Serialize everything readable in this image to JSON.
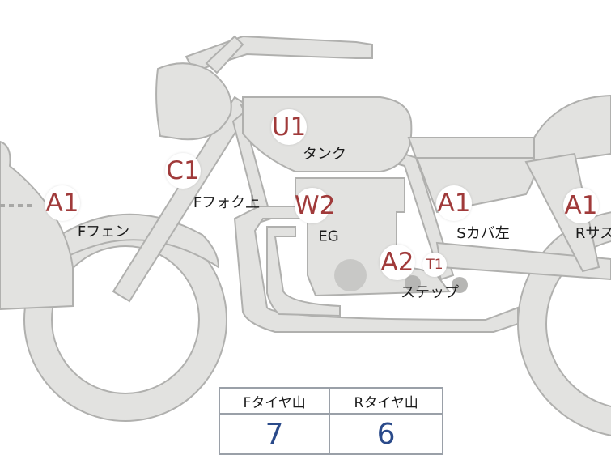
{
  "callouts": [
    {
      "id": "f-fender",
      "grade": "A1",
      "part": "Fフェン"
    },
    {
      "id": "f-fork",
      "grade": "C1",
      "part": "Fフォク上"
    },
    {
      "id": "tank",
      "grade": "U1",
      "part": "タンク"
    },
    {
      "id": "engine",
      "grade": "W2",
      "part": "EG"
    },
    {
      "id": "step",
      "grade": "A2",
      "part": "ステップ"
    },
    {
      "id": "step-t",
      "grade": "T1",
      "part": ""
    },
    {
      "id": "side-cover",
      "grade": "A1",
      "part": "Sカバ左"
    },
    {
      "id": "r-susp",
      "grade": "A1",
      "part": "Rサス"
    }
  ],
  "tire_table": {
    "front_header": "Fタイヤ山",
    "rear_header": "Rタイヤ山",
    "front_value": "7",
    "rear_value": "6"
  },
  "colors": {
    "body": "#e2e2e0",
    "outline": "#b0b0ae",
    "grade": "#a03a3a",
    "value": "#2a4a8a"
  }
}
